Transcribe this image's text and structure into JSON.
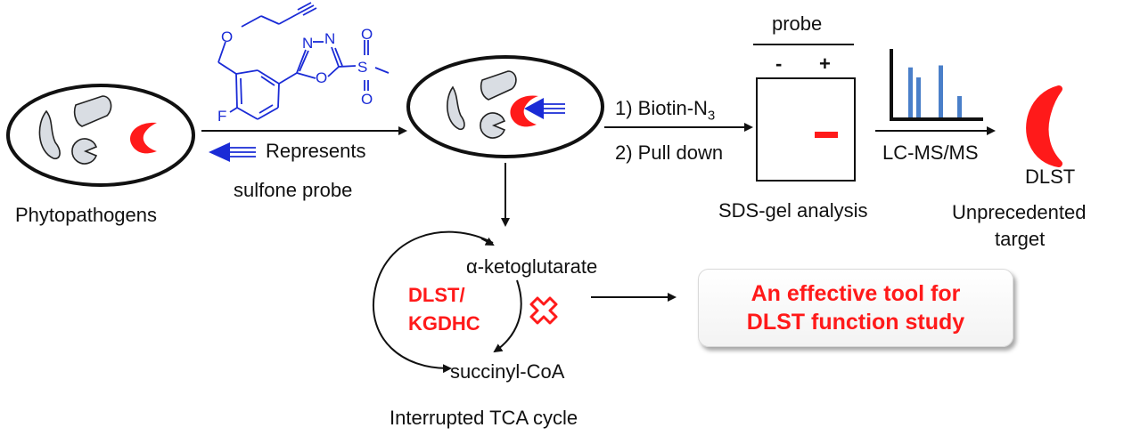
{
  "labels": {
    "phytopathogens": "Phytopathogens",
    "represents": "Represents",
    "sulfone_probe": "sulfone probe",
    "step1_prefix": "1) Biotin-N",
    "step1_sub": "3",
    "step2": "2) Pull down",
    "probe": "probe",
    "minus": "-",
    "plus": "+",
    "sds_gel": "SDS-gel analysis",
    "lcms": "LC-MS/MS",
    "dlst": "DLST",
    "unprecedented": "Unprecedented",
    "target": "target",
    "akg": "α-ketoglutarate",
    "succinyl": "succinyl-CoA",
    "dlst_kgdhc_line1": "DLST/",
    "dlst_kgdhc_line2": "KGDHC",
    "tca": "Interrupted TCA cycle",
    "result_line1": "An effective tool for",
    "result_line2": "DLST function study"
  },
  "molecule_atoms": {
    "o1": "O",
    "o_ring": "O",
    "n1": "N",
    "n2": "N",
    "f": "F",
    "s": "S",
    "o_s1": "O",
    "o_s2": "O"
  },
  "colors": {
    "probe_blue": "#1a2bd6",
    "target_red": "#ff1a1a",
    "protein_gray": "#d9dde3",
    "ms_bar_blue": "#4a7fc9"
  },
  "mass_spec_bars": [
    0.75,
    0.6,
    0.78,
    0.32
  ]
}
